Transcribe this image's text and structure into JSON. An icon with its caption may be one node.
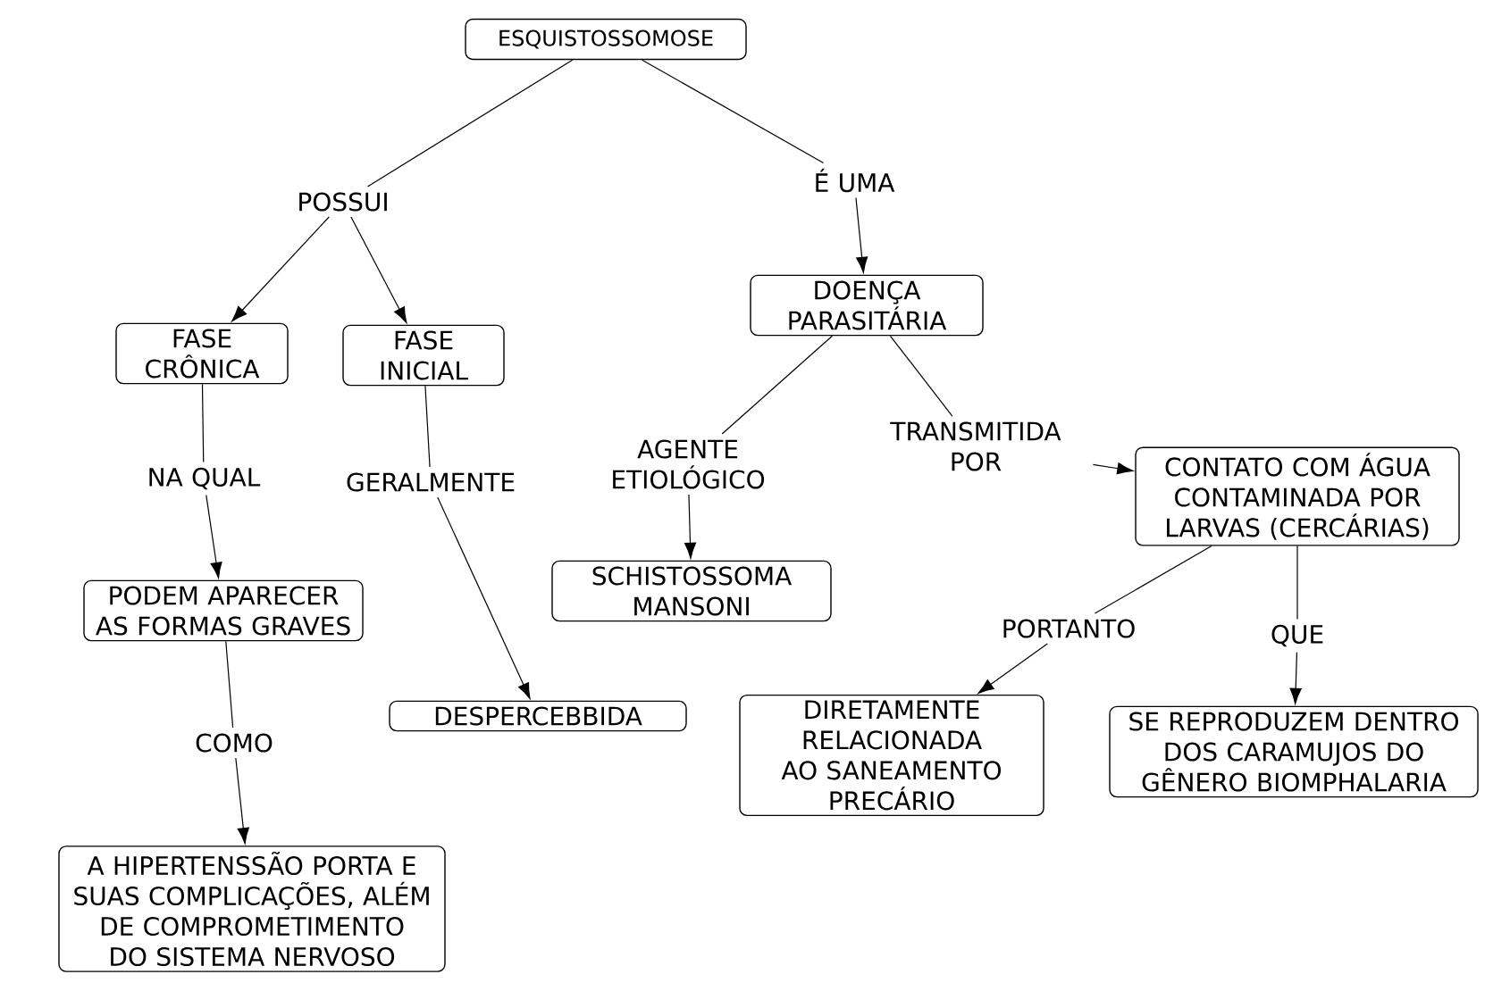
{
  "diagram": {
    "nodes": [
      {
        "text": [
          "ESQUISTOSSOMOSE"
        ]
      },
      {
        "text": [
          "POSSUI"
        ]
      },
      {
        "text": [
          "É UMA"
        ]
      },
      {
        "text": [
          "FASE CRÔNICA"
        ]
      },
      {
        "text": [
          "FASE INICIAL"
        ]
      },
      {
        "text": [
          "DOENÇA PARASITÁRIA"
        ]
      },
      {
        "text": [
          "NA QUAL"
        ]
      },
      {
        "text": [
          "GERALMENTE"
        ]
      },
      {
        "text": [
          "AGENTE ETIOLÓGICO"
        ]
      },
      {
        "text": [
          "TRANSMITIDA POR"
        ]
      },
      {
        "text": [
          "CONTATO COM ÁGUA CONTAMINADA POR LARVAS (CERCÁRIAS)"
        ]
      },
      {
        "text": [
          "PODEM APARECER AS FORMAS GRAVES"
        ]
      },
      {
        "text": [
          "SCHISTOSSOMA MANSONI"
        ]
      },
      {
        "text": [
          "PORTANTO"
        ]
      },
      {
        "text": [
          "QUE"
        ]
      },
      {
        "text": [
          "DESPERCEBBIDA"
        ]
      },
      {
        "text": [
          "COMO"
        ]
      },
      {
        "text": [
          "DIRETAMENTE RELACIONADA AO SANEAMENTO PRECÁRIO"
        ]
      },
      {
        "text": [
          "SE REPRODUZEM DENTRO DOS CARAMUJOS DO GÊNERO BIOMPHALARIA"
        ]
      },
      {
        "text": [
          "A HIPERTENSSÃO PORTA E SUAS COMPLICAÇÕES, ALÉM DE COMPROMETIMENTO DO SISTEMA NERVOSO"
        ]
      }
    ],
    "edges": [
      {
        "from": 0,
        "to": 1,
        "arrow": "none"
      },
      {
        "from": 1,
        "to": 3,
        "arrow": "to"
      },
      {
        "from": 1,
        "to": 4,
        "arrow": "to"
      },
      {
        "from": 0,
        "to": 2,
        "arrow": "none"
      },
      {
        "from": 2,
        "to": 5,
        "arrow": "to"
      },
      {
        "from": 3,
        "to": 6,
        "arrow": "none"
      },
      {
        "from": 6,
        "to": 11,
        "arrow": "to"
      },
      {
        "from": 4,
        "to": 7,
        "arrow": "none"
      },
      {
        "from": 7,
        "to": 15,
        "arrow": "to"
      },
      {
        "from": 5,
        "to": 8,
        "arrow": "none"
      },
      {
        "from": 8,
        "to": 12,
        "arrow": "to"
      },
      {
        "from": 5,
        "to": 9,
        "arrow": "none"
      },
      {
        "from": 9,
        "to": 10,
        "arrow": "to"
      },
      {
        "from": 11,
        "to": 16,
        "arrow": "none"
      },
      {
        "from": 16,
        "to": 19,
        "arrow": "to"
      },
      {
        "from": 10,
        "to": 13,
        "arrow": "none"
      },
      {
        "from": 13,
        "to": 17,
        "arrow": "to"
      },
      {
        "from": 10,
        "to": 14,
        "arrow": "none"
      },
      {
        "from": 14,
        "to": 18,
        "arrow": "to"
      }
    ]
  }
}
